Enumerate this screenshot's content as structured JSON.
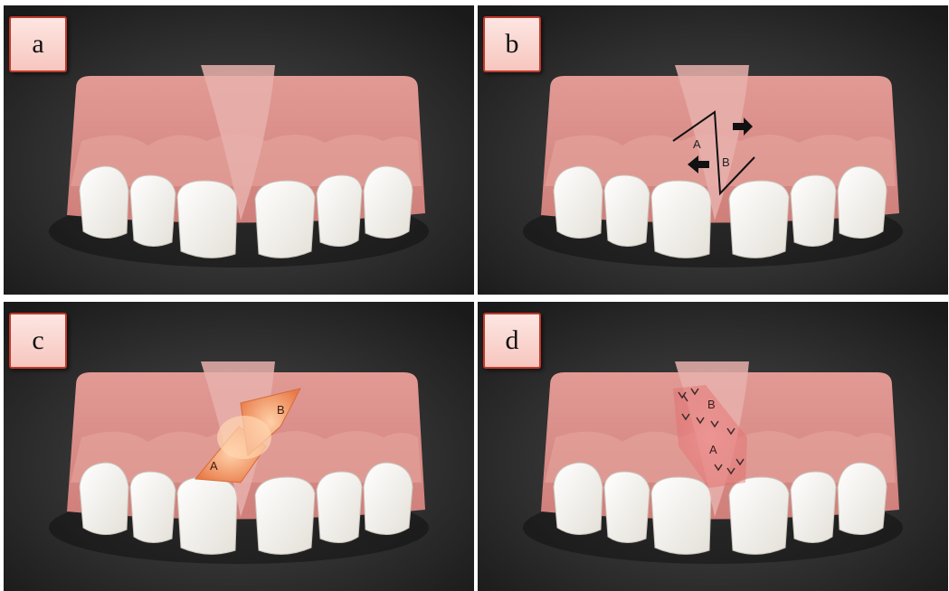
{
  "panels": [
    {
      "label": "a"
    },
    {
      "label": "b",
      "flaps": [
        "A",
        "B"
      ]
    },
    {
      "label": "c",
      "flaps": [
        "A",
        "B"
      ]
    },
    {
      "label": "d",
      "flaps": [
        "A",
        "B"
      ]
    }
  ],
  "colors": {
    "background": "#242424",
    "gum": "#d98a85",
    "gum_highlight": "#e9aaa4",
    "frenum": "#e4aaa6",
    "tooth": "#f6f3ee",
    "flap_orange": "#f4a070",
    "suture": "#3a2b2b"
  }
}
